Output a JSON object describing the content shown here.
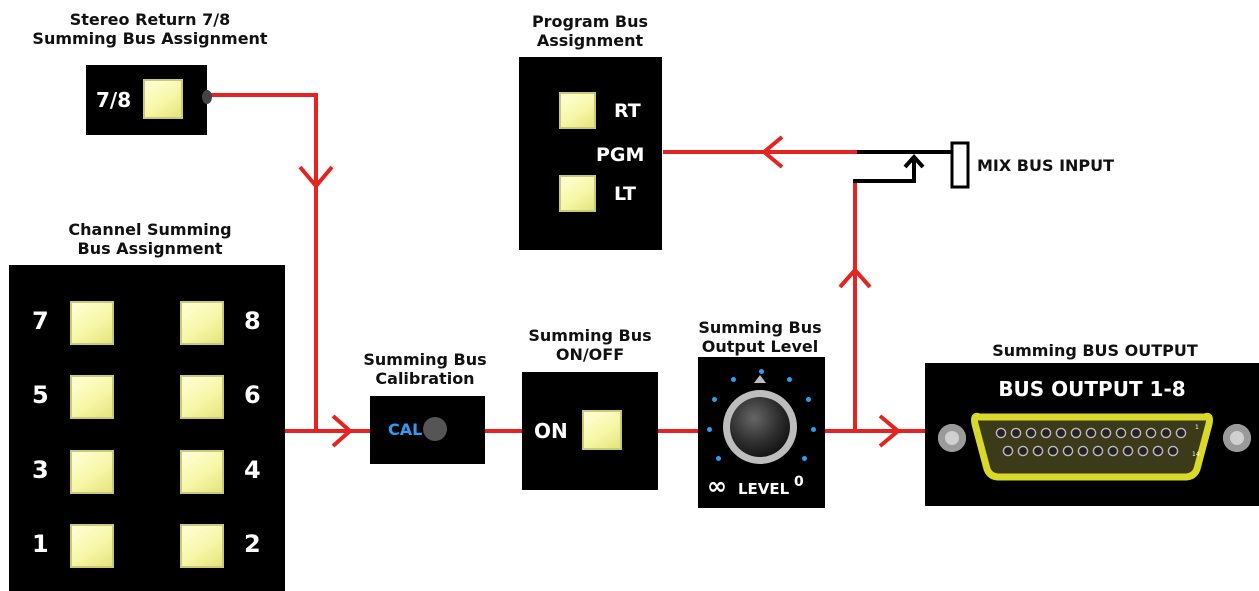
{
  "labels": {
    "stereo_return": [
      "Stereo Return 7/8",
      "Summing Bus Assignment"
    ],
    "program_bus": [
      "Program Bus",
      "Assignment"
    ],
    "channel_summing": [
      "Channel Summing",
      "Bus Assignment"
    ],
    "calibration": [
      "Summing Bus",
      "Calibration"
    ],
    "on_off": [
      "Summing Bus",
      "ON/OFF"
    ],
    "output_level": [
      "Summing Bus",
      "Output Level"
    ],
    "bus_output": "Summing BUS OUTPUT",
    "mix_bus_input": "MIX BUS INPUT"
  },
  "stereo_return_panel": {
    "button_label": "7/8"
  },
  "program_panel": {
    "rt": "RT",
    "pgm": "PGM",
    "lt": "LT"
  },
  "channel_panel": {
    "numbers": [
      "7",
      "8",
      "5",
      "6",
      "3",
      "4",
      "1",
      "2"
    ]
  },
  "cal_panel": {
    "label": "CAL"
  },
  "on_panel": {
    "label": "ON"
  },
  "level_panel": {
    "inf": "∞",
    "label": "LEVEL",
    "zero": "0"
  },
  "output_panel": {
    "title": "BUS OUTPUT 1-8",
    "pin_first": "1",
    "pin_last": "14"
  },
  "colors": {
    "wire": "#e52421",
    "panel": "#000000",
    "button": "#f7f7a8",
    "cal_text": "#2a9df4",
    "connector": "#d9d92a"
  }
}
